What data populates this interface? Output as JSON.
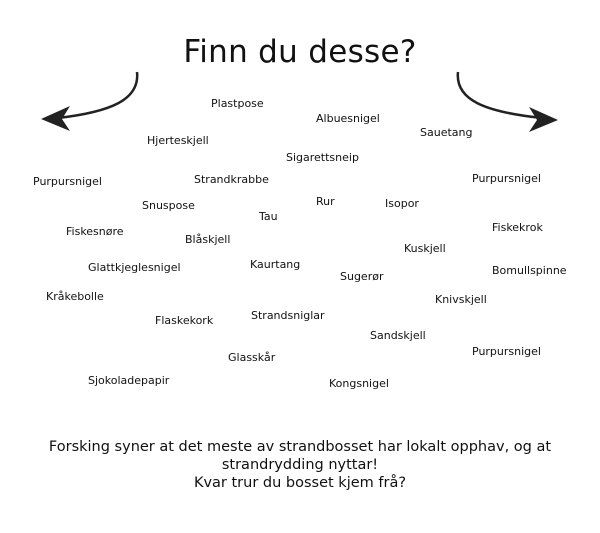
{
  "title": "Finn du desse?",
  "words": [
    "Plastpose",
    "Albuesnigel",
    "Sauetang",
    "Hjerteskjell",
    "Sigarettsneip",
    "Purpursnigel",
    "Strandkrabbe",
    "Purpursnigel",
    "Snuspose",
    "Rur",
    "Isopor",
    "Tau",
    "Fiskesnøre",
    "Fiskekrok",
    "Blåskjell",
    "Kuskjell",
    "Glattkjeglesnigel",
    "Kaurtang",
    "Sugerør",
    "Bomullspinne",
    "Kråkebolle",
    "Knivskjell",
    "Flaskekork",
    "Strandsniglar",
    "Sandskjell",
    "Purpursnigel",
    "Glasskår",
    "Sjokoladepapir",
    "Kongsnigel"
  ],
  "footer": {
    "line1": "Forsking syner at det meste av strandbosset har lokalt opphav, og at",
    "line2": "strandrydding nyttar!",
    "line3": "Kvar trur du bosset kjem frå?"
  }
}
